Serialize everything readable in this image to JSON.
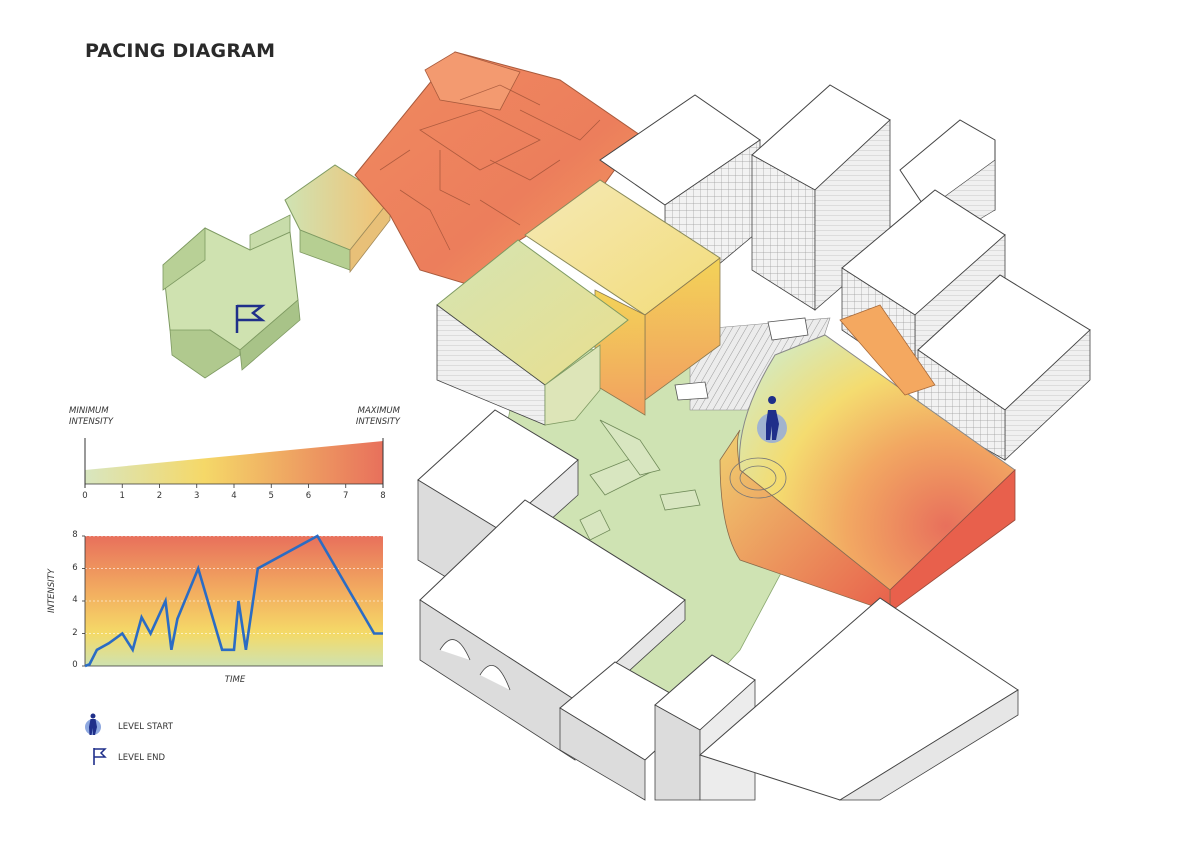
{
  "title": "PACING DIAGRAM",
  "scale": {
    "min_label_1": "MINIMUM",
    "min_label_2": "INTENSITY",
    "max_label_1": "MAXIMUM",
    "max_label_2": "INTENSITY",
    "ticks": [
      "0",
      "1",
      "2",
      "3",
      "4",
      "5",
      "6",
      "7",
      "8"
    ],
    "colors": {
      "low": "#cfe0b8",
      "mid": "#f2d45a",
      "high": "#e8705c"
    }
  },
  "chart_data": {
    "type": "line",
    "title": "",
    "xlabel": "TIME",
    "ylabel": "INTENSITY",
    "ylim": [
      0,
      8
    ],
    "yticks": [
      "0",
      "2",
      "4",
      "6",
      "8"
    ],
    "xlim": [
      0,
      100
    ],
    "series": [
      {
        "color": "#2b6cc4",
        "x": [
          0,
          1.5,
          4,
          8,
          12.5,
          16,
          19,
          22,
          27,
          29,
          31,
          38,
          46,
          47,
          50,
          51.5,
          54,
          58,
          78,
          97,
          100
        ],
        "y": [
          0,
          0.1,
          1,
          1.4,
          2,
          1,
          3,
          2,
          4,
          1,
          2.9,
          6,
          1,
          1,
          1,
          4,
          1,
          6,
          8,
          2,
          2
        ]
      }
    ]
  },
  "legend": {
    "start_label": "LEVEL START",
    "end_label": "LEVEL END",
    "start_icon": "player-icon",
    "end_icon": "flag-icon"
  }
}
